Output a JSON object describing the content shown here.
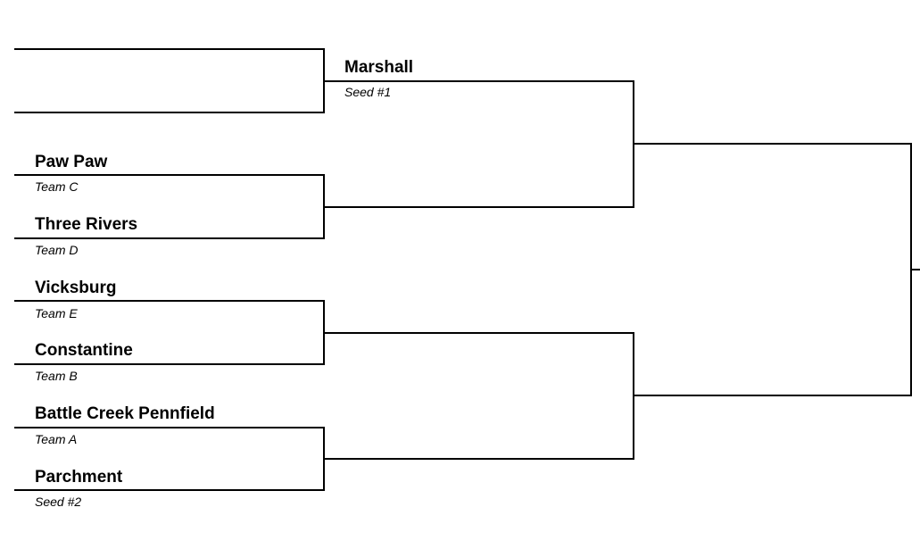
{
  "round2": {
    "top_team": "Marshall",
    "top_seed": "Seed #1"
  },
  "round1": [
    {
      "team": "Paw Paw",
      "label": "Team C"
    },
    {
      "team": "Three Rivers",
      "label": "Team D"
    },
    {
      "team": "Vicksburg",
      "label": "Team E"
    },
    {
      "team": "Constantine",
      "label": "Team B"
    },
    {
      "team": "Battle Creek Pennfield",
      "label": "Team A"
    },
    {
      "team": "Parchment",
      "label": "Seed #2"
    }
  ],
  "colors": {
    "line": "#000000",
    "text": "#000000",
    "background": "#ffffff"
  }
}
